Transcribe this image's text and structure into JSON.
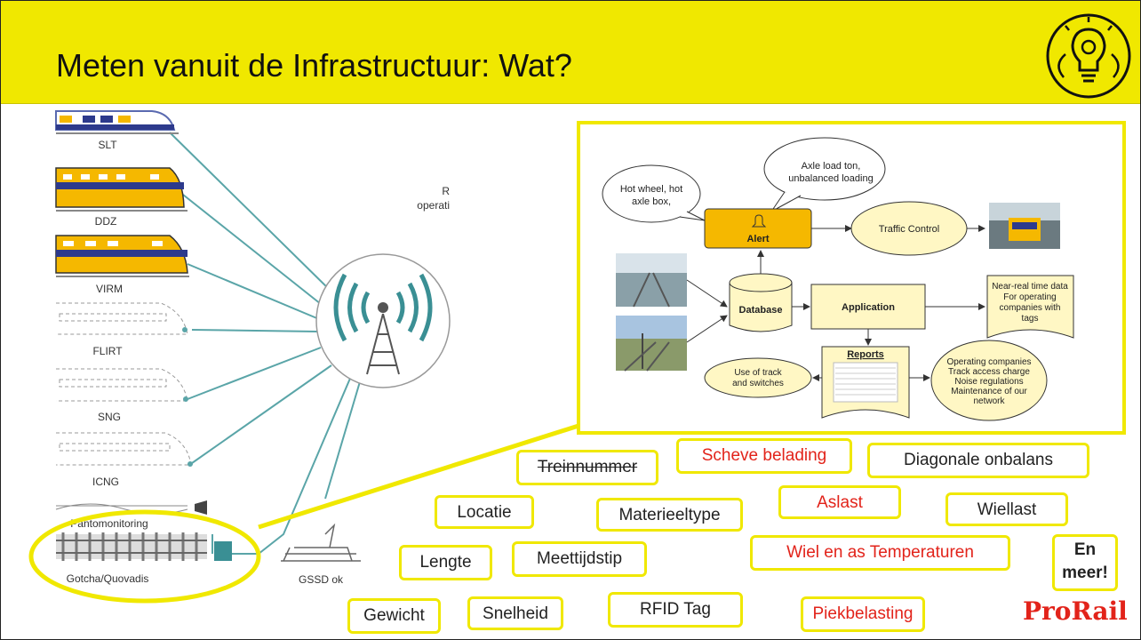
{
  "slide": {
    "title": "Meten vanuit de Infrastructuur: Wat?",
    "colors": {
      "accent_yellow": "#f0e800",
      "brand_red": "#e2231a",
      "track_teal": "#5aa5a8"
    }
  },
  "trains": [
    {
      "label": "SLT",
      "style": "solid"
    },
    {
      "label": "DDZ",
      "style": "solid"
    },
    {
      "label": "VIRM",
      "style": "solid"
    },
    {
      "label": "FLIRT",
      "style": "dashed"
    },
    {
      "label": "SNG",
      "style": "dashed"
    },
    {
      "label": "ICNG",
      "style": "dashed"
    }
  ],
  "monitoring": {
    "pantomonitoring": "Pantomonitoring",
    "gotcha": "Gotcha/Quovadis",
    "gssd": "GSSD ok",
    "partial_1": "R",
    "partial_2": "operati"
  },
  "inset": {
    "bubble_hot": "Hot wheel, hot axle box,",
    "bubble_axle": "Axle load ton, unbalanced loading",
    "alert": "Alert",
    "traffic_control": "Traffic Control",
    "database": "Database",
    "application": "Application",
    "reports": "Reports",
    "near_real_time": [
      "Near-real time data",
      "For operating",
      "companies with",
      "tags"
    ],
    "use_of_track": [
      "Use of track",
      "and switches"
    ],
    "operating": [
      "Operating companies",
      "Track access charge",
      "Noise regulations",
      "Maintenance of our",
      "network"
    ]
  },
  "tags": {
    "treinnummer": "Treinnummer",
    "scheve_belading": "Scheve belading",
    "diagonale_onbalans": "Diagonale onbalans",
    "locatie": "Locatie",
    "materieeltype": "Materieeltype",
    "aslast": "Aslast",
    "wiellast": "Wiellast",
    "lengte": "Lengte",
    "meettijdstip": "Meettijdstip",
    "wiel_temperaturen": "Wiel en as Temperaturen",
    "en_meer_1": "En",
    "en_meer_2": "meer!",
    "gewicht": "Gewicht",
    "snelheid": "Snelheid",
    "rfid_tag": "RFID Tag",
    "piekbelasting": "Piekbelasting"
  },
  "brand": {
    "logo": "ProRail"
  }
}
